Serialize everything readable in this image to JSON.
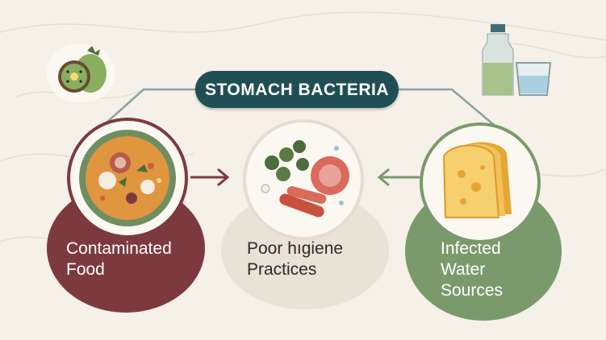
{
  "title": "STOMACH BACTERIA",
  "sources": [
    {
      "label": "Contaminated\nFood",
      "icon": "food-bowl-icon",
      "color": "#7d3a3e"
    },
    {
      "label": "Poor hıgiene\nPractices",
      "icon": "bacteria-icon",
      "color": "#e9e2d6"
    },
    {
      "label": "Infected\nWater\nSources",
      "icon": "bread-icon",
      "color": "#7a9a6c"
    }
  ],
  "decorations": [
    "kiwi-icon",
    "water-bottle-icon",
    "water-glass-icon"
  ],
  "colors": {
    "title_bg": "#1f4f55",
    "connector": "#8aa0a3",
    "background": "#f5f0e8"
  }
}
